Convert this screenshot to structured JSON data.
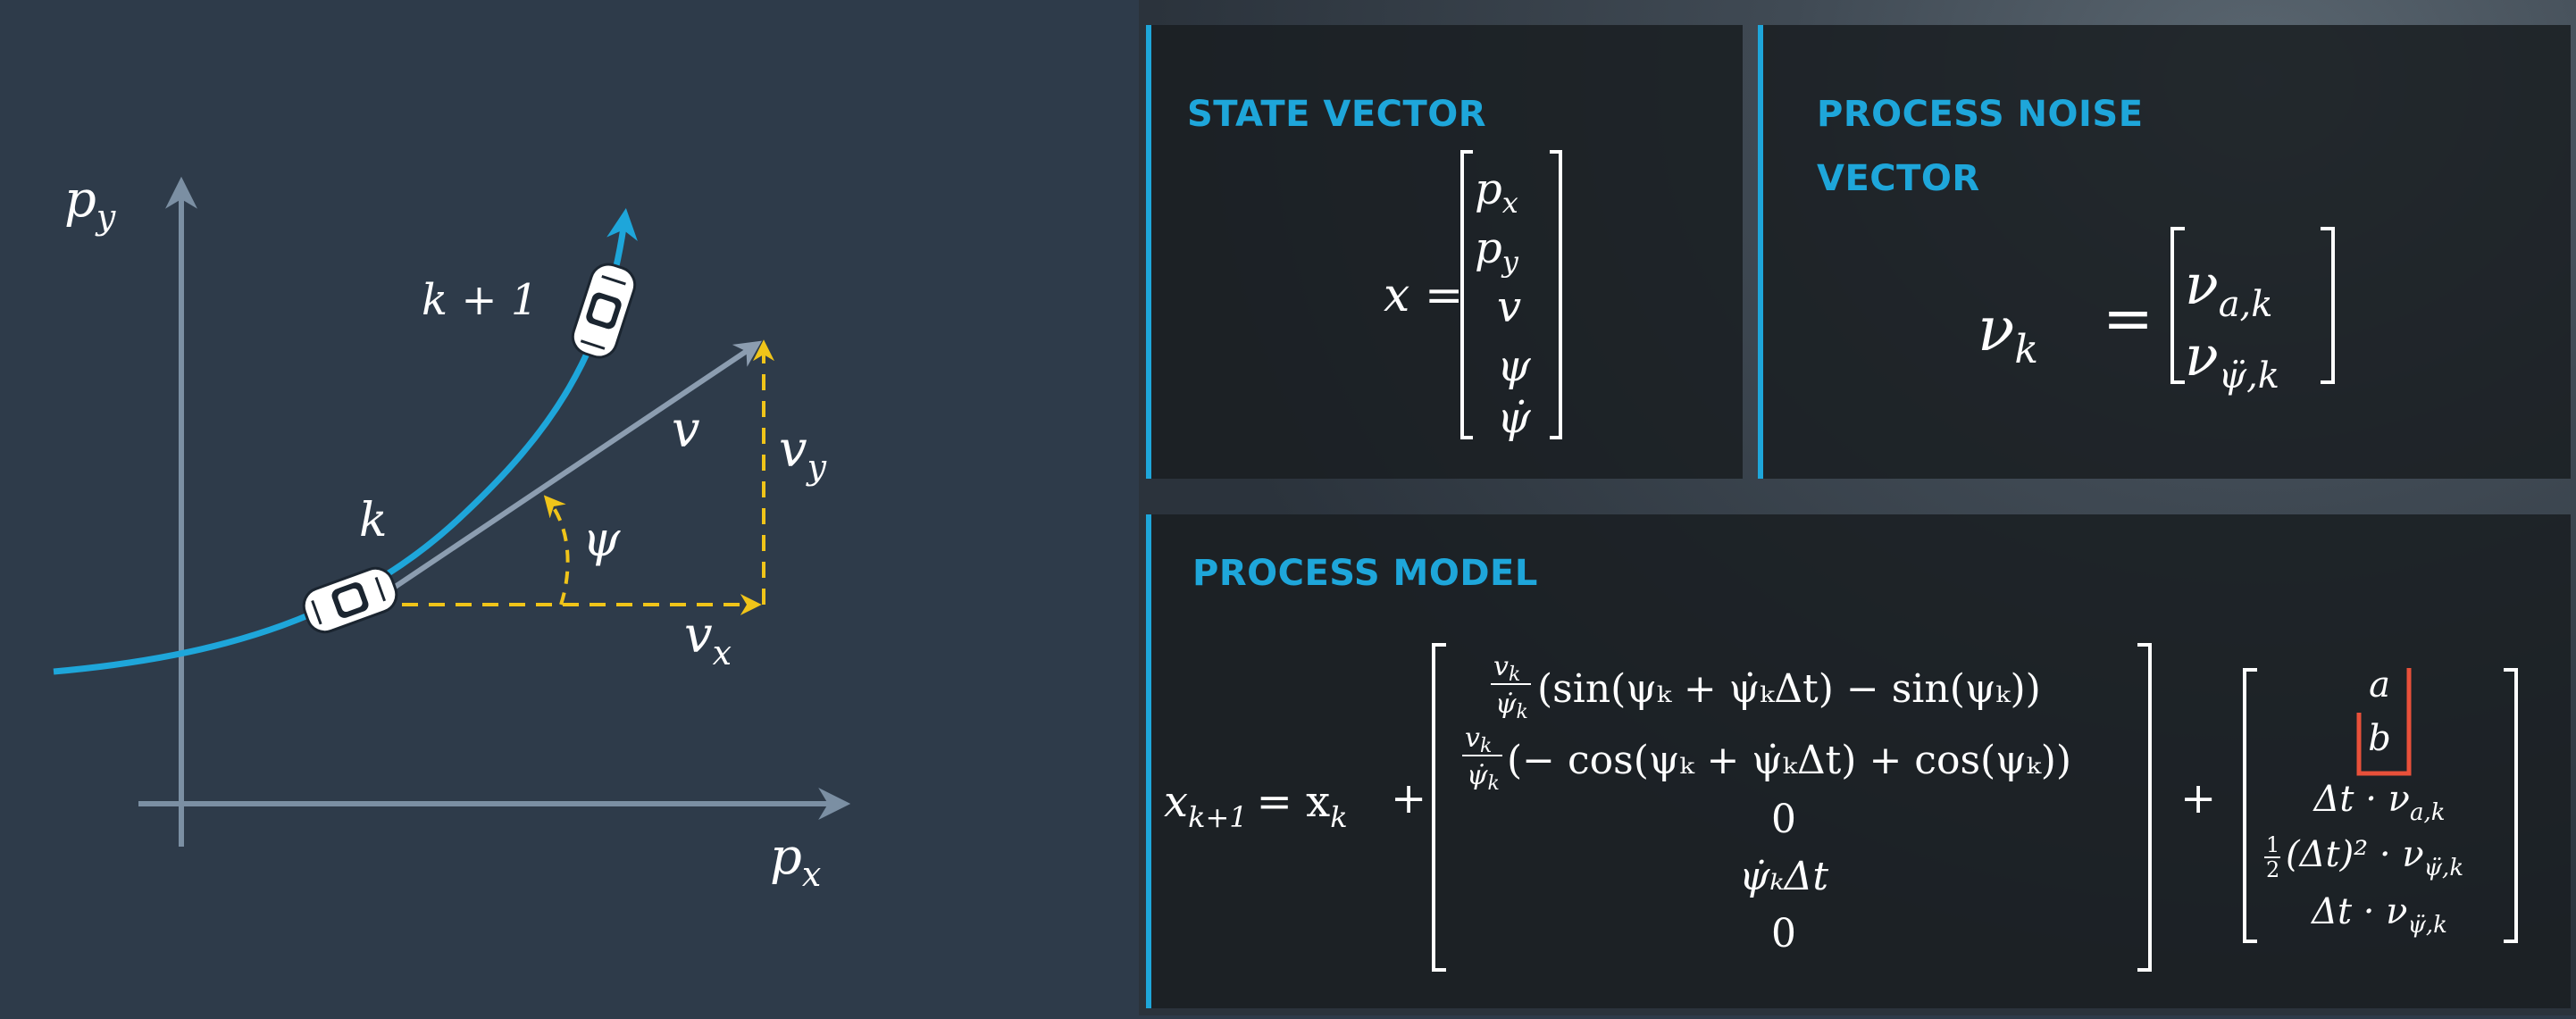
{
  "diagram": {
    "axis_x_label": "p",
    "axis_x_sub": "x",
    "axis_y_label": "p",
    "axis_y_sub": "y",
    "label_k_next": "k + 1",
    "label_k": "k",
    "label_v": "v",
    "label_vy": "v",
    "label_vy_sub": "y",
    "label_vx": "v",
    "label_vx_sub": "x",
    "label_psi": "ψ"
  },
  "cards": {
    "state_vector": {
      "title": "STATE VECTOR",
      "lhs": "x =",
      "entries": [
        {
          "base": "p",
          "sub": "x"
        },
        {
          "base": "p",
          "sub": "y"
        },
        {
          "base": "v",
          "sub": ""
        },
        {
          "base": "ψ",
          "sub": ""
        },
        {
          "base": "ψ̇",
          "sub": ""
        }
      ]
    },
    "process_noise": {
      "title_line1": "PROCESS NOISE",
      "title_line2": "VECTOR",
      "lhs_base": "ν",
      "lhs_sub": "k",
      "equals": "=",
      "entries": [
        {
          "base": "ν",
          "sub": "a,k"
        },
        {
          "base": "ν",
          "sub": "ψ̈,k"
        }
      ]
    },
    "process_model": {
      "title": "PROCESS MODEL",
      "lhs": "x",
      "lhs_sub": "k+1",
      "eq": "= x",
      "eq_sub": "k",
      "plus1": "+",
      "plus2": "+",
      "frac_num": "v",
      "frac_num_sub": "k",
      "frac_den": "ψ̇",
      "frac_den_sub": "k",
      "row1_body": "(sin(ψₖ + ψ̇ₖΔt) − sin(ψₖ))",
      "row2_body": "(− cos(ψₖ + ψ̇ₖΔt) + cos(ψₖ))",
      "row3": "0",
      "row4": "ψ̇ₖΔt",
      "row5": "0",
      "noise_a": "a",
      "noise_b": "b",
      "noise_row3": "Δt · ν",
      "noise_row3_sub": "a,k",
      "noise_row4_half_num": "1",
      "noise_row4_half_den": "2",
      "noise_row4_body": "(Δt)² · ν",
      "noise_row4_sub": "ψ̈,k",
      "noise_row5": "Δt · ν",
      "noise_row5_sub": "ψ̈,k"
    }
  },
  "colors": {
    "accent": "#1ea6da",
    "axis": "#7b8fa3",
    "velocity": "#8c9db0",
    "dashed": "#f0c419",
    "highlight_box": "#e8503a",
    "text": "#ffffff"
  }
}
